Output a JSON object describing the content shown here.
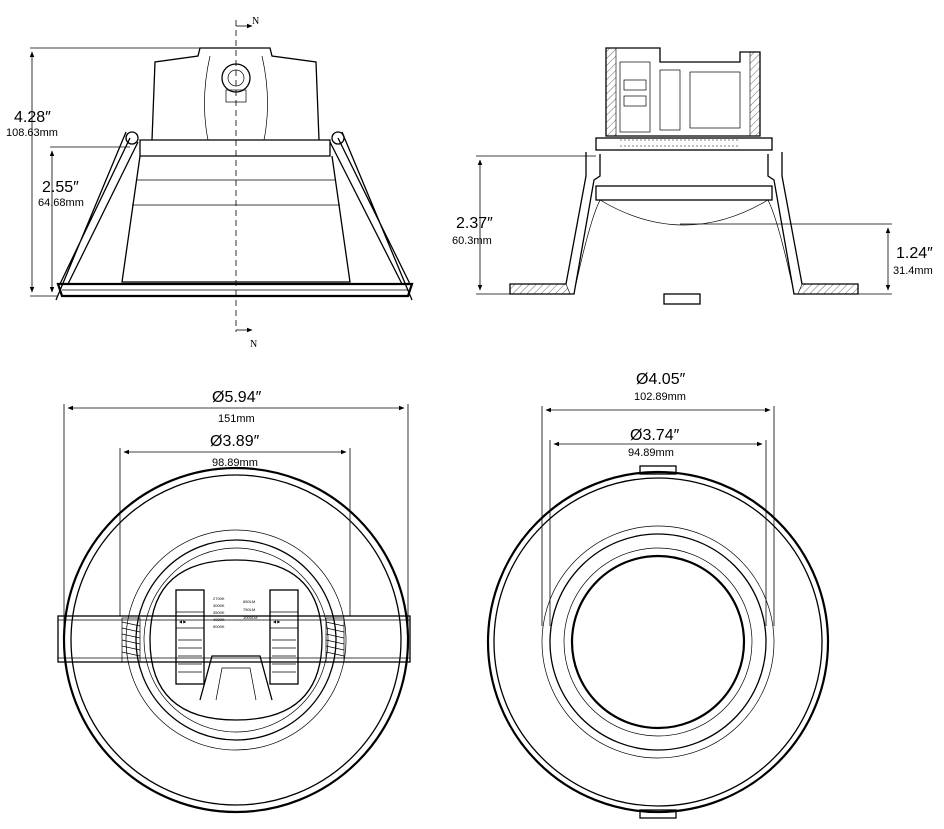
{
  "section_marker": "N",
  "side_view": {
    "height_total": {
      "in": "4.28″",
      "mm": "108.63mm"
    },
    "height_trim": {
      "in": "2.55″",
      "mm": "64.68mm"
    }
  },
  "section_view": {
    "height_left": {
      "in": "2.37″",
      "mm": "60.3mm"
    },
    "height_right": {
      "in": "1.24″",
      "mm": "31.4mm"
    }
  },
  "bottom_view_left": {
    "outer_diameter": {
      "in": "Ø5.94″",
      "mm": "151mm"
    },
    "cutout_diameter": {
      "in": "Ø3.89″",
      "mm": "98.89mm"
    },
    "cct_labels": [
      "2700K",
      "3000K",
      "3500K",
      "4000K",
      "5000K"
    ],
    "lumen_labels": [
      "650LM",
      "750LM",
      "1000LM"
    ]
  },
  "bottom_view_right": {
    "outer_diameter": {
      "in": "Ø4.05″",
      "mm": "102.89mm"
    },
    "inner_diameter": {
      "in": "Ø3.74″",
      "mm": "94.89mm"
    }
  }
}
